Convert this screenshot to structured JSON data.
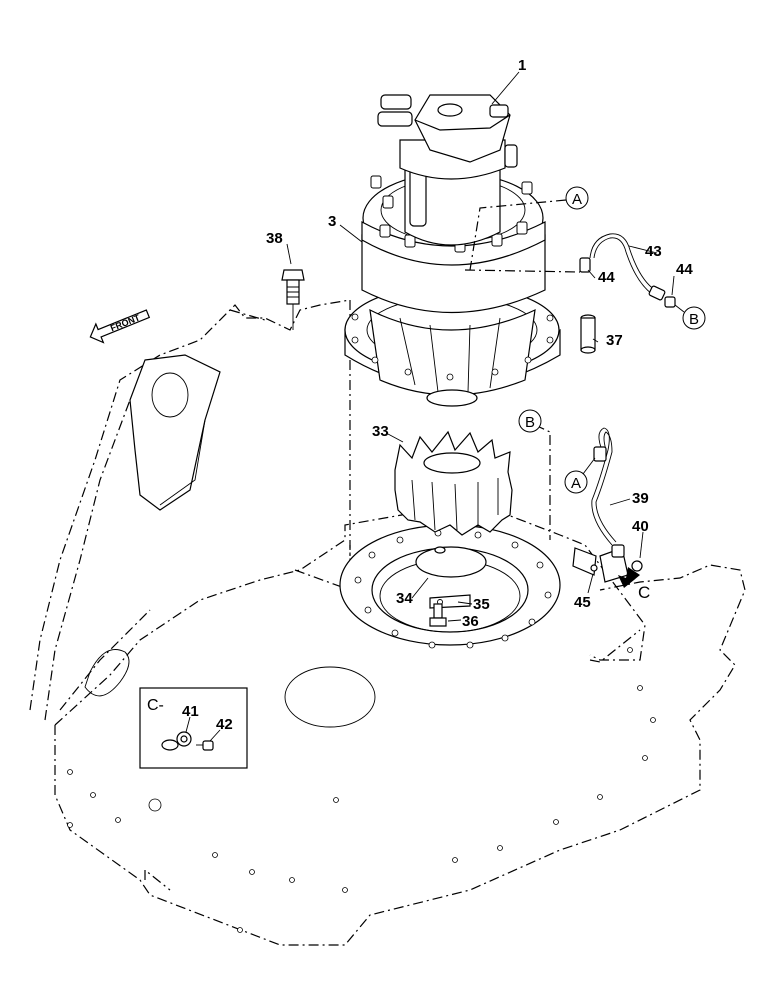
{
  "diagram": {
    "callouts": [
      {
        "id": "c1",
        "text": "1"
      },
      {
        "id": "c3",
        "text": "3"
      },
      {
        "id": "c33",
        "text": "33"
      },
      {
        "id": "c34",
        "text": "34"
      },
      {
        "id": "c35",
        "text": "35"
      },
      {
        "id": "c36",
        "text": "36"
      },
      {
        "id": "c37",
        "text": "37"
      },
      {
        "id": "c38",
        "text": "38"
      },
      {
        "id": "c39",
        "text": "39"
      },
      {
        "id": "c40",
        "text": "40"
      },
      {
        "id": "c41",
        "text": "41"
      },
      {
        "id": "c42",
        "text": "42"
      },
      {
        "id": "c43",
        "text": "43"
      },
      {
        "id": "c44a",
        "text": "44"
      },
      {
        "id": "c44b",
        "text": "44"
      },
      {
        "id": "c45",
        "text": "45"
      }
    ],
    "refs": {
      "a_top": "A",
      "b_top": "B",
      "b_mid": "B",
      "a_mid": "A"
    },
    "view_arrow_label": "C",
    "detail_label": "C-",
    "front_label": "FRONT"
  }
}
